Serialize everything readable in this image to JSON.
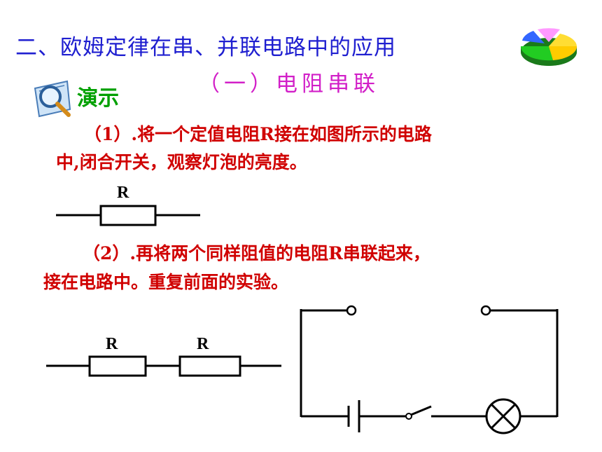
{
  "slide": {
    "title": "二、欧姆定律在串、并联电路中的应用",
    "subtitle": "（一）电阻串联",
    "demo_label": "演示",
    "step1_line1": "（1）.将一个定值电阻R接在如图所示的电路",
    "step1_line2": "中,闭合开关，观察灯泡的亮度。",
    "step2_line1": "（2）.再将两个同样阻值的电阻R串联起来，",
    "step2_line2": "接在电路中。重复前面的实验。"
  },
  "diagrams": {
    "single_resistor_label": "R",
    "series_resistor_label_1": "R",
    "series_resistor_label_2": "R"
  },
  "colors": {
    "title": "#1f1fd0",
    "subtitle": "#d21fc8",
    "demo_label": "#00a000",
    "body_text": "#d00000"
  },
  "icons": {
    "pie_chart": "pie-chart-icon",
    "magnifier_book": "magnifier-book-icon"
  }
}
